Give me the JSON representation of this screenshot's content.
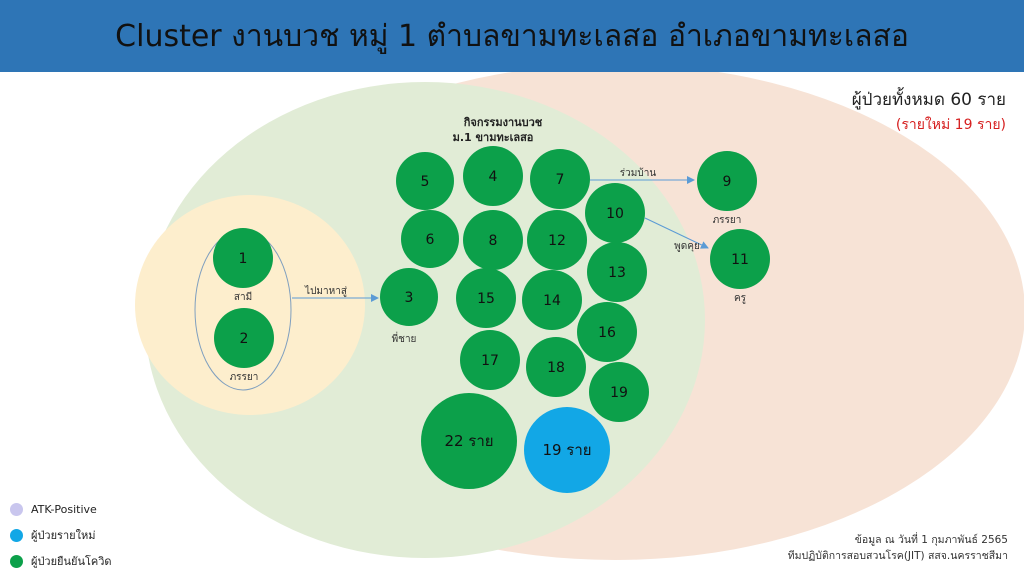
{
  "title": "Cluster งานบวช หมู่ 1 ตำบลขามทะเลสอ อำเภอขามทะเลสอ",
  "summary": {
    "total": "ผู้ป่วยทั้งหมด 60 ราย",
    "new": "(รายใหม่ 19 ราย)"
  },
  "activity_label_line1": "กิจกรรมงานบวช",
  "activity_label_line2": "ม.1 ขามทะเลสอ",
  "colors": {
    "header": "#2e75b6",
    "confirmed": "#0ca04a",
    "new_case": "#12a7e6",
    "atk_positive": "#c9c6ee",
    "household_zone": "#fdeecd",
    "event_zone": "#e1ecd6",
    "community_zone": "#f7e3d6",
    "arrow": "#5b9bd5",
    "new_note": "#d62020"
  },
  "nodes": [
    {
      "id": "1",
      "label": "1",
      "role": "สามี",
      "status": "confirmed"
    },
    {
      "id": "2",
      "label": "2",
      "role": "ภรรยา",
      "status": "confirmed"
    },
    {
      "id": "3",
      "label": "3",
      "role": "พี่ชาย",
      "status": "confirmed"
    },
    {
      "id": "4",
      "label": "4",
      "role": "",
      "status": "confirmed"
    },
    {
      "id": "5",
      "label": "5",
      "role": "",
      "status": "confirmed"
    },
    {
      "id": "6",
      "label": "6",
      "role": "",
      "status": "confirmed"
    },
    {
      "id": "7",
      "label": "7",
      "role": "",
      "status": "confirmed"
    },
    {
      "id": "8",
      "label": "8",
      "role": "",
      "status": "confirmed"
    },
    {
      "id": "9",
      "label": "9",
      "role": "ภรรยา",
      "status": "confirmed"
    },
    {
      "id": "10",
      "label": "10",
      "role": "",
      "status": "confirmed"
    },
    {
      "id": "11",
      "label": "11",
      "role": "ครู",
      "status": "confirmed"
    },
    {
      "id": "12",
      "label": "12",
      "role": "",
      "status": "confirmed"
    },
    {
      "id": "13",
      "label": "13",
      "role": "",
      "status": "confirmed"
    },
    {
      "id": "14",
      "label": "14",
      "role": "",
      "status": "confirmed"
    },
    {
      "id": "15",
      "label": "15",
      "role": "",
      "status": "confirmed"
    },
    {
      "id": "16",
      "label": "16",
      "role": "",
      "status": "confirmed"
    },
    {
      "id": "17",
      "label": "17",
      "role": "",
      "status": "confirmed"
    },
    {
      "id": "18",
      "label": "18",
      "role": "",
      "status": "confirmed"
    },
    {
      "id": "19",
      "label": "19",
      "role": "",
      "status": "confirmed"
    },
    {
      "id": "g22",
      "label": "22 ราย",
      "role": "",
      "status": "confirmed"
    },
    {
      "id": "g19",
      "label": "19 ราย",
      "role": "",
      "status": "new"
    }
  ],
  "edges": [
    {
      "from": "household",
      "to": "3",
      "label": "ไปมาหาสู่"
    },
    {
      "from": "7",
      "to": "9",
      "label": "ร่วมบ้าน"
    },
    {
      "from": "10",
      "to": "11",
      "label": "พูดคุย"
    }
  ],
  "legend": [
    {
      "label": "ATK-Positive",
      "color": "#c9c6ee"
    },
    {
      "label": "ผู้ป่วยรายใหม่",
      "color": "#12a7e6"
    },
    {
      "label": "ผู้ป่วยยืนยันโควิด",
      "color": "#0ca04a"
    }
  ],
  "footer": {
    "line1": "ข้อมูล ณ วันที่ 1 กุมภาพันธ์ 2565",
    "line2": "ทีมปฏิบัติการสอบสวนโรค(JIT) สสจ.นครราชสีมา"
  }
}
